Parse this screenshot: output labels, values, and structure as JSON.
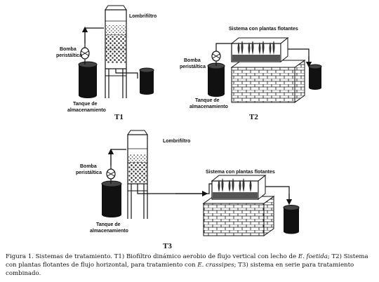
{
  "t1": {
    "label": "T1",
    "reactor_label": "Lombrifiltro",
    "pump_label_1": "Bomba",
    "pump_label_2": "peristáltica",
    "tank_label_1": "Tanque de",
    "tank_label_2": "almacenamiento"
  },
  "t2": {
    "label": "T2",
    "system_label": "Sistema con plantas flotantes",
    "pump_label_1": "Bomba",
    "pump_label_2": "peristáltica",
    "tank_label_1": "Tanque de",
    "tank_label_2": "almacenamiento"
  },
  "t3": {
    "label": "T3",
    "reactor_label": "Lombrifiltro",
    "system_label": "Sistema con plantas flotantes",
    "pump_label_1": "Bomba",
    "pump_label_2": "peristáltica",
    "tank_label_1": "Tanque de",
    "tank_label_2": "almacenamiento"
  },
  "caption": {
    "part1": "Figura 1. Sistemas de tratamiento. T1) Biofiltro dinámico aerobio de flujo vertical con lecho de ",
    "species1": "E. foetida",
    "part2": "; T2) Sistema con plantas flotantes de flujo horizontal, para tratamiento con ",
    "species2": "E. crassipes",
    "part3": "; T3) sistema en serie para tratamiento combinado."
  }
}
